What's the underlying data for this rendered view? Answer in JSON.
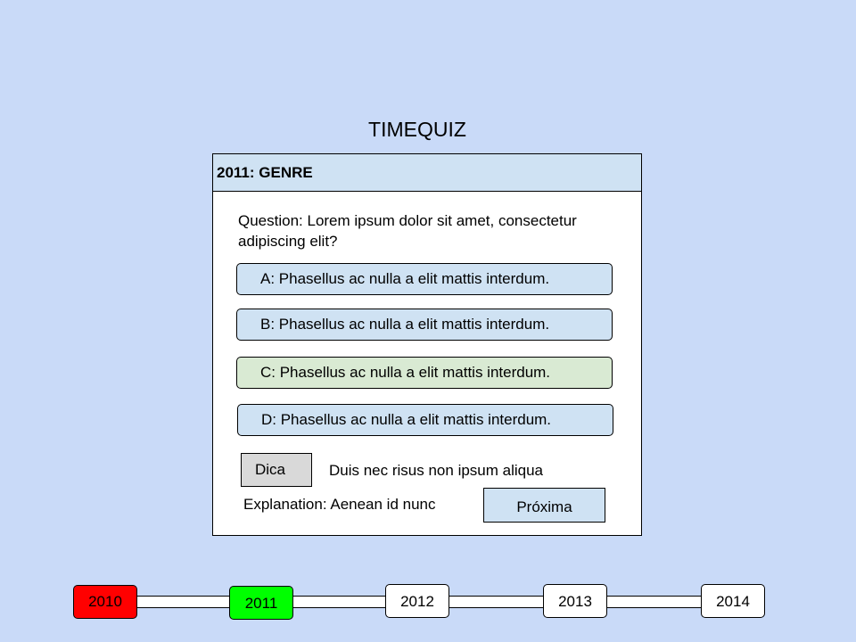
{
  "app": {
    "title": "TIMEQUIZ"
  },
  "quiz": {
    "header": "2011: GENRE",
    "question": "Question: Lorem ipsum dolor sit amet, consectetur adipiscing elit?",
    "answers": [
      {
        "label": "A: Phasellus ac nulla a elit mattis interdum.",
        "state": "default"
      },
      {
        "label": "B: Phasellus ac nulla a elit mattis interdum.",
        "state": "default"
      },
      {
        "label": "C: Phasellus ac nulla a elit mattis interdum.",
        "state": "correct"
      },
      {
        "label": "D: Phasellus ac nulla a elit mattis interdum.",
        "state": "default"
      }
    ],
    "hint_button": "Dica",
    "hint_text": "Duis nec risus non ipsum aliqua",
    "explanation": "Explanation: Aenean id nunc",
    "next_button": "Próxima"
  },
  "timeline": {
    "years": [
      {
        "label": "2010",
        "state": "past"
      },
      {
        "label": "2011",
        "state": "current"
      },
      {
        "label": "2012",
        "state": "upcoming"
      },
      {
        "label": "2013",
        "state": "upcoming"
      },
      {
        "label": "2014",
        "state": "upcoming"
      }
    ]
  },
  "colors": {
    "background": "#c9daf8",
    "panel_header": "#cfe2f3",
    "answer_default": "#cfe2f3",
    "answer_correct": "#d9ead3",
    "hint_button": "#d9d9d9",
    "year_past": "#ff0000",
    "year_current": "#00ff00",
    "year_upcoming": "#ffffff"
  }
}
